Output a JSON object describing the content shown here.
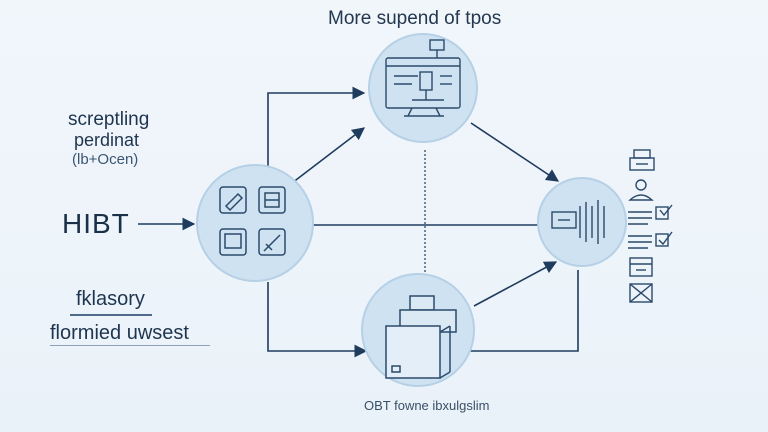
{
  "title": "More supend of tpos",
  "labels": {
    "line1": "screptling",
    "line2": "perdinat",
    "line3": "(lb+Ocen)",
    "main": "HIBT",
    "line4": "fklasory",
    "line5": "flormied uwsest"
  },
  "caption": "OBT fowne ibxulgslim",
  "colors": {
    "node_fill": "#cfe2f2",
    "node_stroke": "#b6d0e6",
    "edge": "#1f3c5e",
    "icon": "#2b4a6b",
    "background": "#eef4fa"
  },
  "nodes": [
    {
      "id": "top-node",
      "icon": "monitor-chart-icon"
    },
    {
      "id": "left-node",
      "icon": "tool-grid-icon"
    },
    {
      "id": "right-node",
      "icon": "barcode-scanner-icon"
    },
    {
      "id": "bottom-node",
      "icon": "printer-box-icon"
    }
  ],
  "side_icons": [
    "printer-icon",
    "user-icon",
    "checklist-icon",
    "checklist-icon",
    "calendar-icon",
    "close-box-icon"
  ]
}
